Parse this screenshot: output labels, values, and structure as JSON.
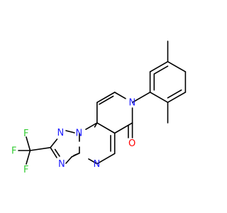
{
  "colors": {
    "background": "#ffffff",
    "bond": "#000000",
    "nitrogen": "#2020ff",
    "oxygen": "#ff0000",
    "fluorine": "#33cc33"
  },
  "atoms": {
    "n_pyridone": "N",
    "n_bridgehead": "N",
    "n_triazole_top": "N",
    "n_triazole_bottom": "N",
    "n_pyrimidine": "N",
    "o_carbonyl": "O",
    "f_top": "F",
    "f_left": "F",
    "f_bottom": "F"
  }
}
